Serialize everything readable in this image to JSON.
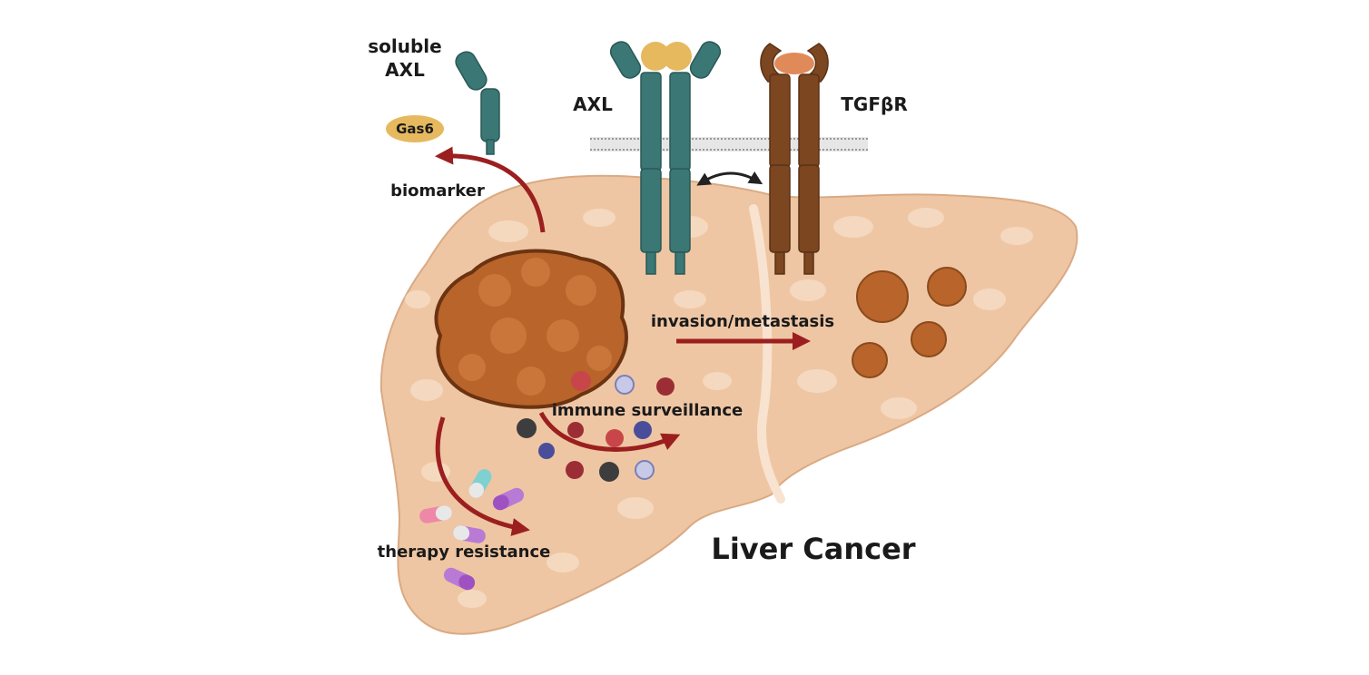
{
  "labels": {
    "soluble_axl_line1": "soluble",
    "soluble_axl_line2": "AXL",
    "gas6": "Gas6",
    "biomarker": "biomarker",
    "axl": "AXL",
    "tgfbr": "TGFβR",
    "invasion": "invasion/metastasis",
    "immune": "immune surveillance",
    "therapy": "therapy resistance",
    "title": "Liver Cancer"
  },
  "colors": {
    "axl_receptor": "#3a7775",
    "tgfbr_receptor": "#7b4620",
    "ligand_gas6": "#e6b95f",
    "ligand_tgfb": "#e08a5a",
    "liver_tissue": "#efc6a3",
    "tumor": "#b8642a",
    "arrow": "#9b1f1f",
    "membrane": "#b7b7b7"
  }
}
